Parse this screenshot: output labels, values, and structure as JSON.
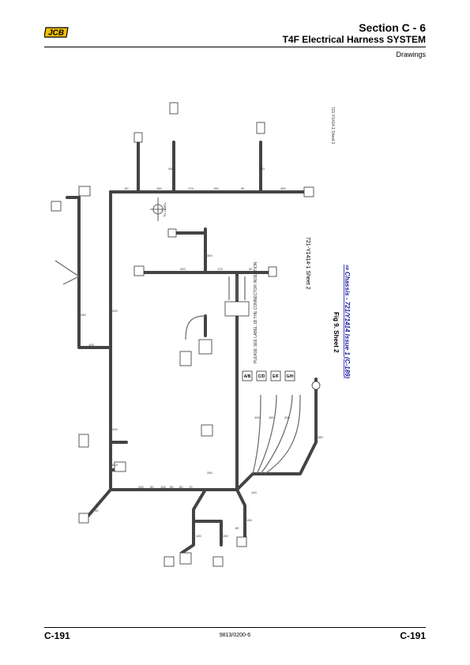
{
  "header": {
    "brand": "JCB",
    "section": "Section C - 6",
    "subtitle": "T4F Electrical Harness SYSTEM",
    "category": "Drawings"
  },
  "figure": {
    "caption": "Fig 9. Sheet 2",
    "drawing_ref": "721-Y1414-1 Sheet 2",
    "top_ref": "721-Y1414-1 Sheet 2",
    "xref_prefix": "⇨ Chassis - 721/Y1414 Issue 1 (",
    "xref_link": "C-189",
    "xref_suffix": ")",
    "connector_boxes": [
      "A/B",
      "C/D",
      "E/F",
      "G/H"
    ],
    "note": "PLEASE SEE LABEL 1B THE CONNECTOR INSERTION",
    "ground_label": "TO LABEL",
    "lengths": [
      "50",
      "150",
      "175",
      "150",
      "50",
      "450",
      "400",
      "300",
      "400",
      "175",
      "50",
      "200",
      "200",
      "100",
      "400",
      "50",
      "100",
      "50",
      "60",
      "70",
      "40",
      "100",
      "150",
      "150",
      "250",
      "515",
      "200",
      "100",
      "280",
      "480",
      "160",
      "100",
      "200",
      "80"
    ]
  },
  "footer": {
    "page_left": "C-191",
    "doc_number": "9813/0200-6",
    "page_right": "C-191"
  },
  "colors": {
    "wire": "#444444",
    "link": "#1a1aa0"
  }
}
